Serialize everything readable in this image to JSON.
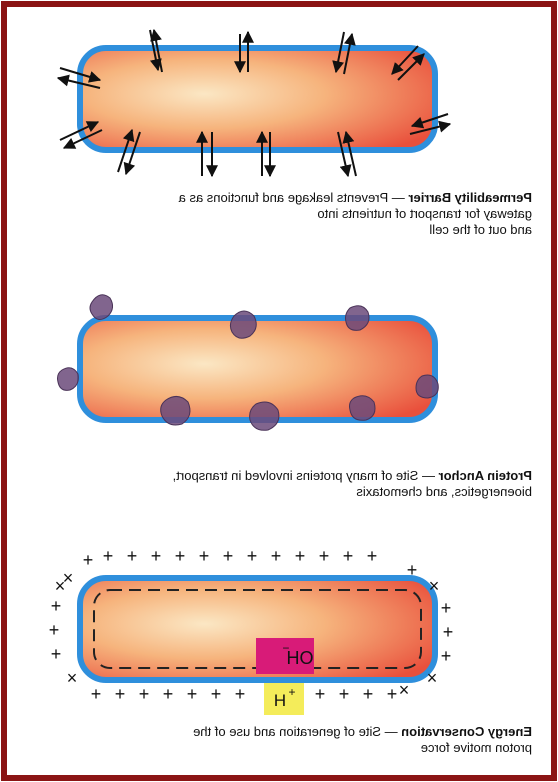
{
  "panels": [
    {
      "term": "Permeability Barrier",
      "description_lines": [
        " — Prevents leakage and functions as a",
        "gateway for transport of nutrients into",
        "and out of the cell"
      ]
    },
    {
      "term": "Protein Anchor",
      "description_lines": [
        " — Site of many proteins involved in transport,",
        "bioenergetics, and chemotaxis"
      ]
    },
    {
      "term": "Energy Conservation",
      "description_lines": [
        " — Site of generation and use of the",
        "proton motive force"
      ]
    }
  ],
  "labels": {
    "oh": "OH",
    "oh_sup": "−",
    "h": "H",
    "h_sup": "+"
  },
  "colors": {
    "border": "#8b1414",
    "membrane": "#2f8fdc",
    "protein": "#6b4a7a",
    "oh_box": "#d81b78",
    "h_box": "#f4ec5a"
  }
}
